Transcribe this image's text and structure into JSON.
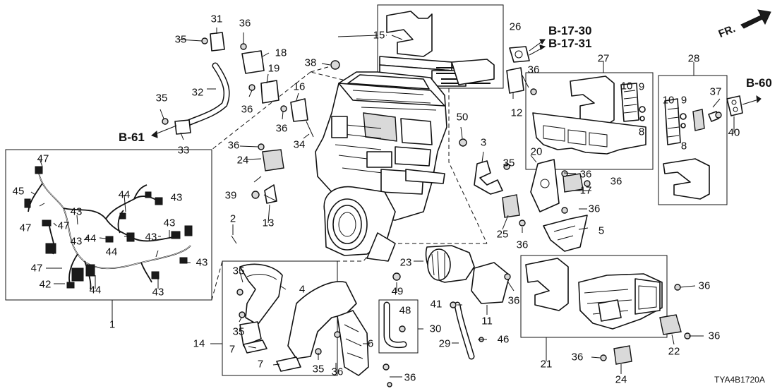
{
  "diagram": {
    "diagram_code": "TYA4B1720A",
    "direction_label": "FR.",
    "references": {
      "b1730": "B-17-30",
      "b1731": "B-17-31",
      "b60": "B-60",
      "b61": "B-61"
    },
    "callouts": {
      "c1": "1",
      "c2": "2",
      "c3": "3",
      "c4": "4",
      "c5": "5",
      "c7": "7",
      "c8": "8",
      "c9": "9",
      "c10": "10",
      "c11": "11",
      "c12": "12",
      "c13": "13",
      "c14": "14",
      "c15": "15",
      "c16": "16",
      "c17": "17",
      "c18": "18",
      "c19": "19",
      "c20": "20",
      "c21": "21",
      "c22": "22",
      "c23": "23",
      "c24": "24",
      "c25": "25",
      "c26": "26",
      "c27": "27",
      "c28": "28",
      "c29": "29",
      "c30": "30",
      "c31": "31",
      "c32": "32",
      "c33": "33",
      "c34": "34",
      "c35": "35",
      "c36": "36",
      "c37": "37",
      "c38": "38",
      "c39": "39",
      "c40": "40",
      "c41": "41",
      "c42": "42",
      "c43": "43",
      "c44": "44",
      "c45": "45",
      "c46": "46",
      "c47": "47",
      "c48": "48",
      "c49": "49",
      "c50": "50"
    }
  }
}
